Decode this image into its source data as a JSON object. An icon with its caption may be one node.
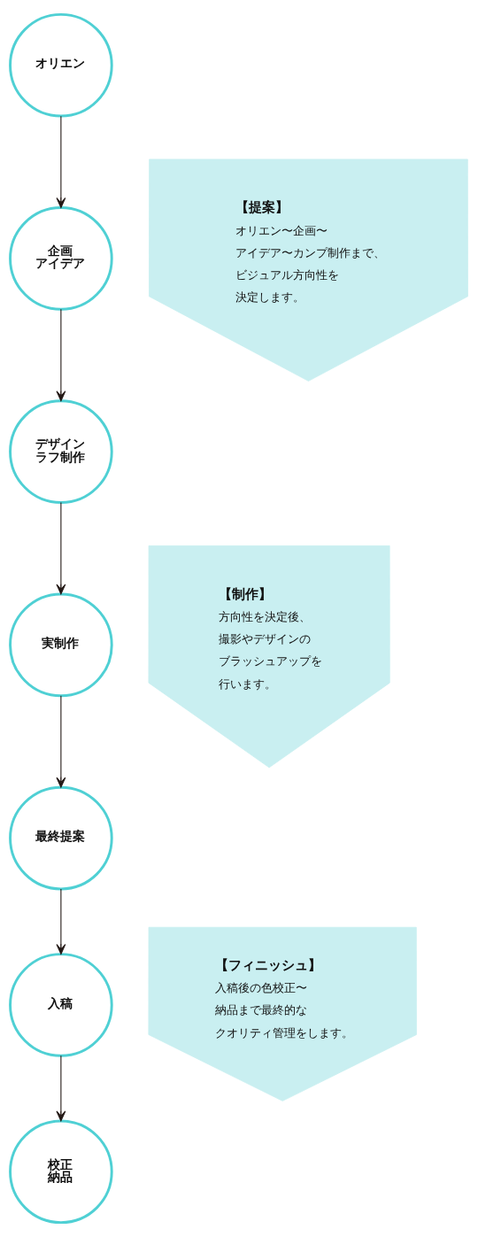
{
  "diagram": {
    "nodes": [
      {
        "text": [
          "オリエン"
        ]
      },
      {
        "text": [
          "企画アイデア"
        ]
      },
      {
        "text": [
          "デザインラフ制作"
        ]
      },
      {
        "text": [
          "実制作"
        ]
      },
      {
        "text": [
          "最終提案"
        ]
      },
      {
        "text": [
          "入稿"
        ]
      },
      {
        "text": [
          "校正納品"
        ]
      },
      {
        "text": [
          "【提案】",
          "オリエン〜企画〜アイデア〜カンプ制作まで、ビジュアル方向性を決定します。"
        ]
      },
      {
        "text": [
          "【制作】",
          "方向性を決定後、撮影やデザインのブラッシュアップを行います。"
        ]
      },
      {
        "text": [
          "【フィニッシュ】",
          "入稿後の色校正〜納品まで最終的なクオリティ管理をします。"
        ]
      }
    ],
    "edges": [
      {
        "from": 0,
        "to": 1,
        "arrow": "to"
      },
      {
        "from": 1,
        "to": 2,
        "arrow": "to"
      },
      {
        "from": 2,
        "to": 3,
        "arrow": "to"
      },
      {
        "from": 3,
        "to": 4,
        "arrow": "to"
      },
      {
        "from": 4,
        "to": 5,
        "arrow": "to"
      },
      {
        "from": 5,
        "to": 6,
        "arrow": "to"
      }
    ]
  }
}
